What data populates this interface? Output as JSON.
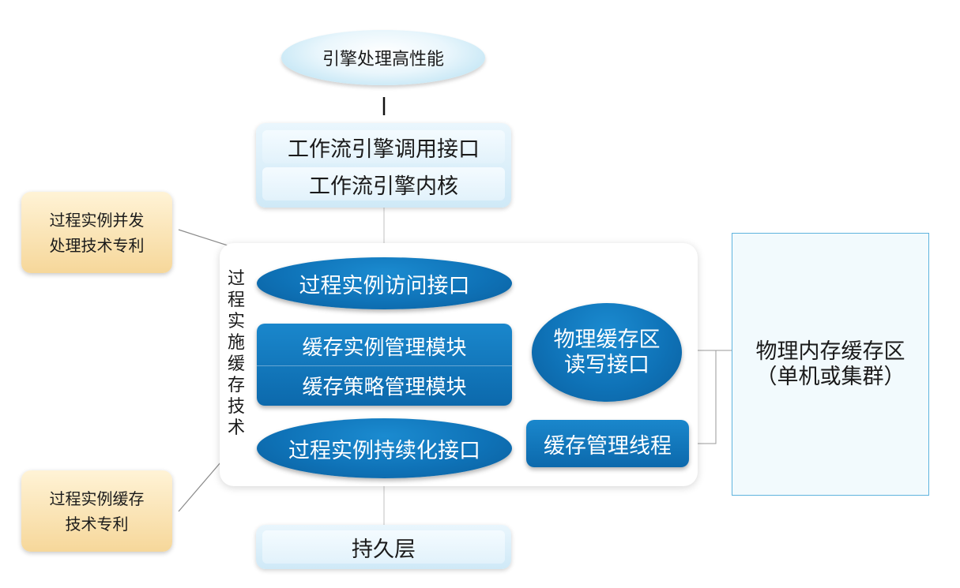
{
  "top_goal": "引擎处理高性能",
  "engine": {
    "call_interface": "工作流引擎调用接口",
    "kernel": "工作流引擎内核"
  },
  "process_cache": {
    "side_label": [
      "过",
      "程",
      "实",
      "施",
      "缓",
      "存",
      "技",
      "术"
    ],
    "access_interface": "过程实例访问接口",
    "cache_management_module": "缓存实例管理模块",
    "cache_strategy_module": "缓存策略管理模块",
    "persistence_interface": "过程实例持续化接口",
    "physical_cache_rw": [
      "物理缓存区",
      "读写接口"
    ],
    "cache_thread": "缓存管理线程"
  },
  "persistence_layer": "持久层",
  "physical_memory": [
    "物理内存缓存区",
    "（单机或集群）"
  ],
  "patents": {
    "concurrency": [
      "过程实例并发",
      "处理技术专利"
    ],
    "caching": [
      "过程实例缓存",
      "技术专利"
    ]
  },
  "colors": {
    "dark_blue": "#0f73b8",
    "light_blue": "#cfe9f7",
    "patent_orange": "#f6d79a",
    "connector": "#8a8a8a"
  }
}
